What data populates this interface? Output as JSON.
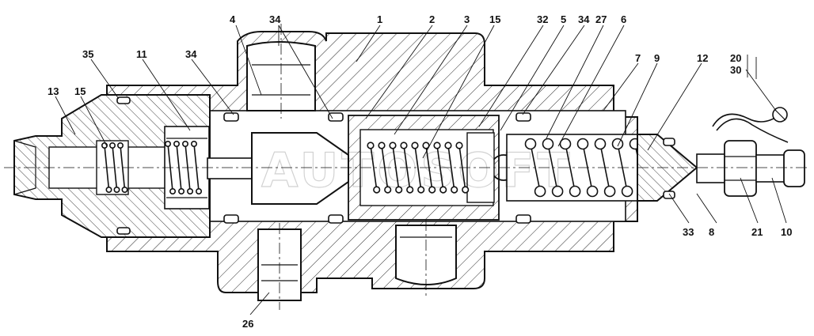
{
  "watermark": "AUTOSOFT",
  "callouts": [
    {
      "id": "c1",
      "text": "1"
    },
    {
      "id": "c2",
      "text": "2"
    },
    {
      "id": "c3",
      "text": "3"
    },
    {
      "id": "c4",
      "text": "4"
    },
    {
      "id": "c5",
      "text": "5"
    },
    {
      "id": "c6",
      "text": "6"
    },
    {
      "id": "c7",
      "text": "7"
    },
    {
      "id": "c8",
      "text": "8"
    },
    {
      "id": "c9",
      "text": "9"
    },
    {
      "id": "c10",
      "text": "10"
    },
    {
      "id": "c11",
      "text": "11"
    },
    {
      "id": "c12",
      "text": "12"
    },
    {
      "id": "c13",
      "text": "13"
    },
    {
      "id": "c15a",
      "text": "15"
    },
    {
      "id": "c15b",
      "text": "15"
    },
    {
      "id": "c20",
      "text": "20"
    },
    {
      "id": "c21",
      "text": "21"
    },
    {
      "id": "c26",
      "text": "26"
    },
    {
      "id": "c27",
      "text": "27"
    },
    {
      "id": "c30",
      "text": "30"
    },
    {
      "id": "c32",
      "text": "32"
    },
    {
      "id": "c33",
      "text": "33"
    },
    {
      "id": "c34a",
      "text": "34"
    },
    {
      "id": "c34b",
      "text": "34"
    },
    {
      "id": "c34c",
      "text": "34"
    },
    {
      "id": "c35",
      "text": "35"
    }
  ]
}
